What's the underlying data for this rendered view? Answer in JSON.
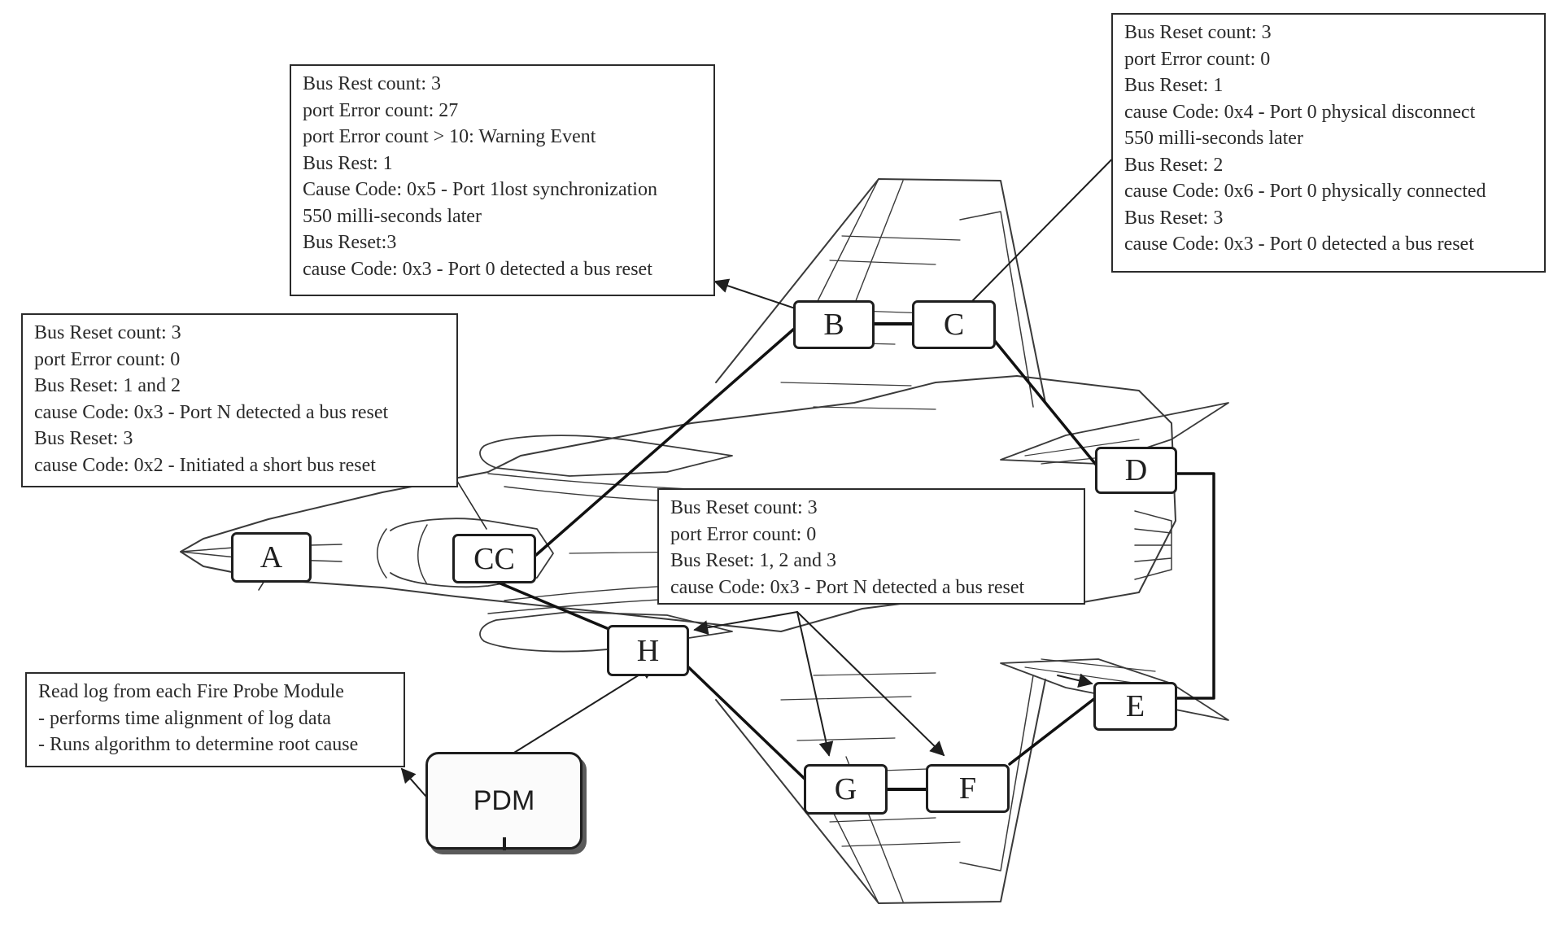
{
  "nodes": {
    "A": "A",
    "CC": "CC",
    "B": "B",
    "C": "C",
    "D": "D",
    "E": "E",
    "F": "F",
    "G": "G",
    "H": "H",
    "PDM": "PDM"
  },
  "boxes": {
    "cc_log": [
      "Bus Reset count: 3",
      "port Error count: 0",
      "Bus Reset: 1 and 2",
      "cause Code: 0x3 - Port N detected a bus reset",
      "Bus Reset: 3",
      "cause Code: 0x2 - Initiated a short bus reset"
    ],
    "b_log": [
      "Bus Rest count: 3",
      "port Error count: 27",
      "port Error count > 10: Warning Event",
      "Bus Rest: 1",
      "Cause Code: 0x5 - Port 1lost synchronization",
      "550 milli-seconds later",
      "Bus Reset:3",
      "cause Code: 0x3 - Port 0 detected a bus reset"
    ],
    "c_log": [
      "Bus Reset count: 3",
      "port Error count: 0",
      "Bus Reset: 1",
      "cause Code: 0x4 - Port 0 physical disconnect",
      "550 milli-seconds later",
      "Bus Reset: 2",
      "cause Code: 0x6 - Port 0 physically connected",
      "Bus Reset: 3",
      "cause Code: 0x3 - Port 0 detected a bus reset"
    ],
    "others_log": [
      "Bus Reset count: 3",
      "port Error count: 0",
      "Bus Reset: 1, 2 and 3",
      "cause Code: 0x3 - Port N detected a bus reset"
    ],
    "pdm_log": [
      "Read log from each Fire Probe Module",
      "- performs time alignment of log data",
      "- Runs algorithm to determine root cause"
    ]
  }
}
